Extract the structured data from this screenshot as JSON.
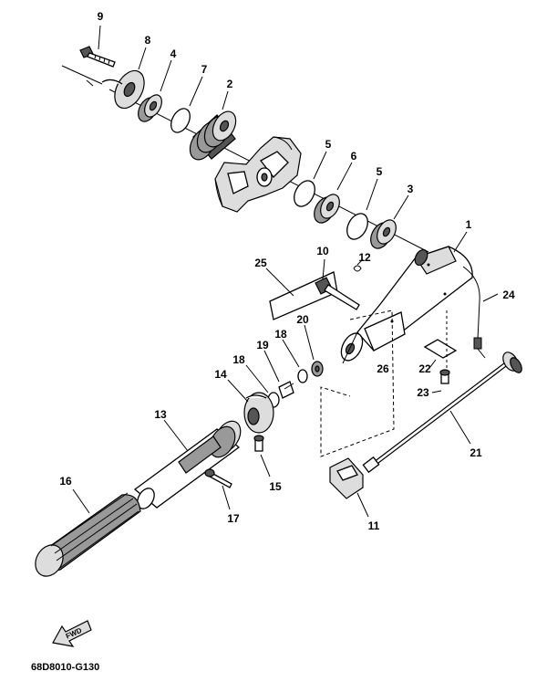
{
  "diagram": {
    "drawing_code": "68D8010-G130",
    "fwd_label": "FWD",
    "callouts": {
      "p1": "1",
      "p2": "2",
      "p3": "3",
      "p4": "4",
      "p5a": "5",
      "p5b": "5",
      "p6": "6",
      "p7": "7",
      "p8": "8",
      "p9": "9",
      "p10": "10",
      "p11": "11",
      "p12": "12",
      "p13": "13",
      "p14": "14",
      "p15": "15",
      "p16": "16",
      "p17": "17",
      "p18a": "18",
      "p18b": "18",
      "p19": "19",
      "p20": "20",
      "p21": "21",
      "p22": "22",
      "p23": "23",
      "p24": "24",
      "p25": "25",
      "p26": "26"
    }
  }
}
